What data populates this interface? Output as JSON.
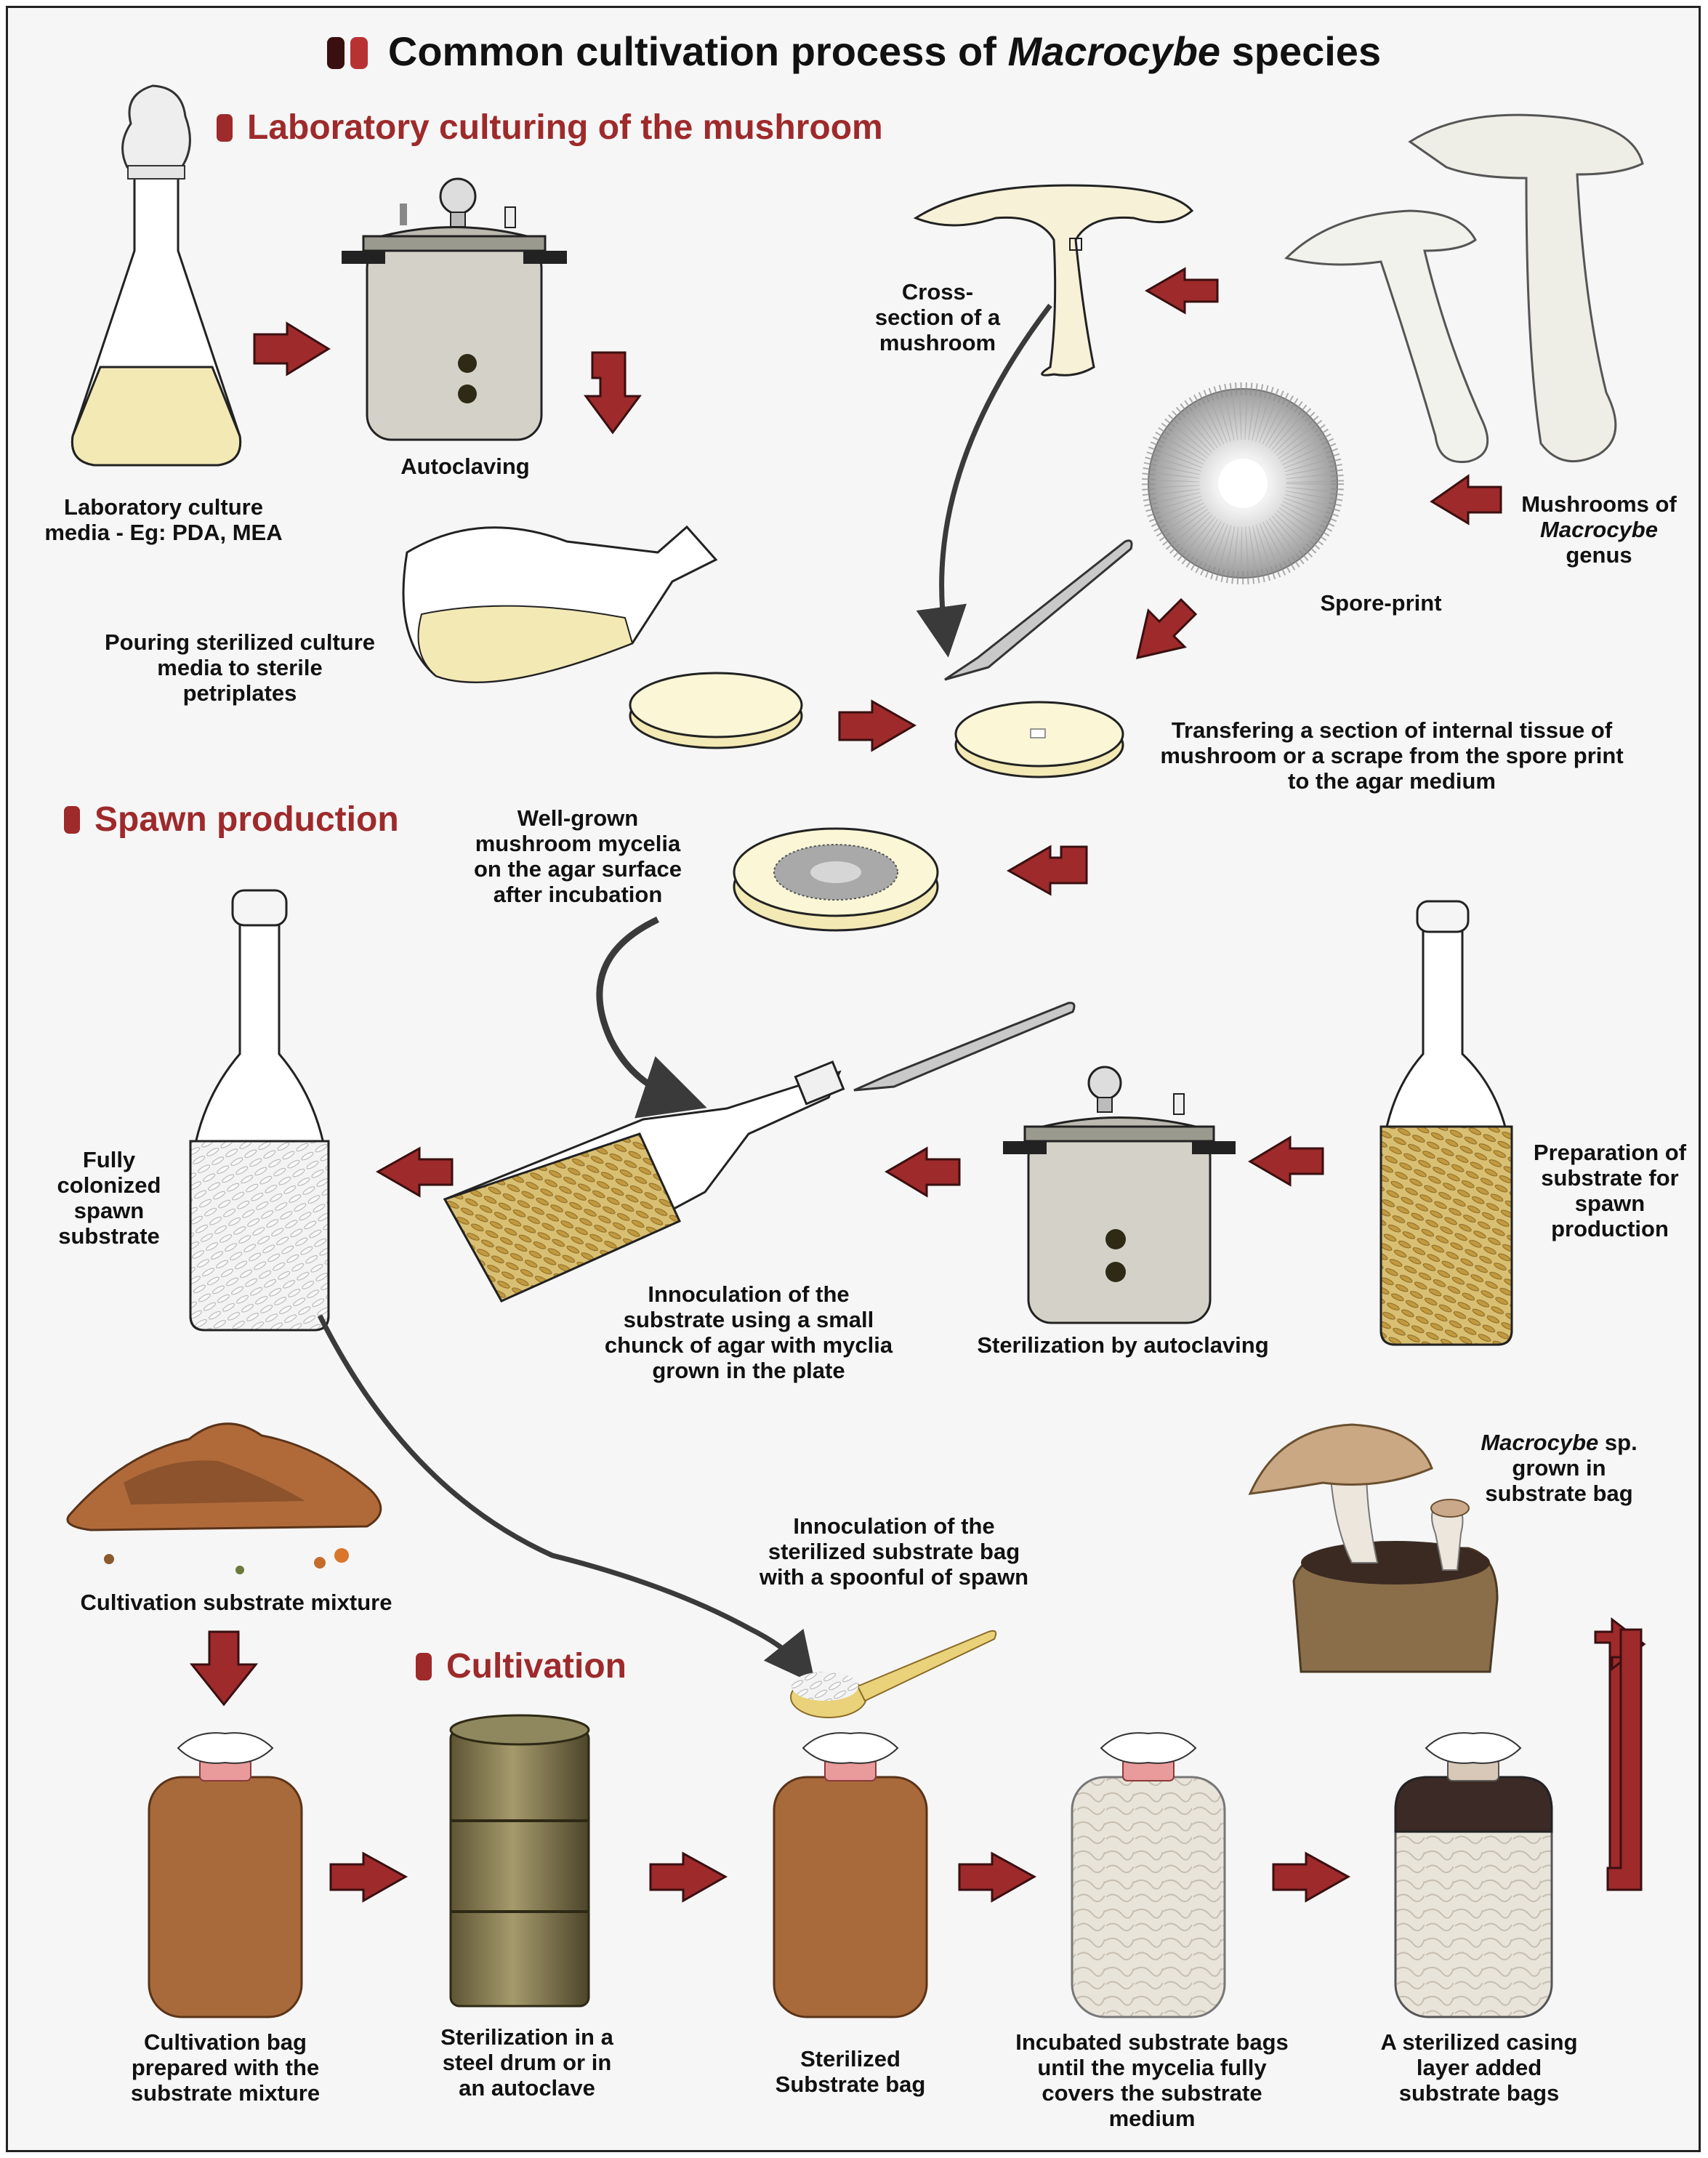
{
  "title": {
    "pre": "Common cultivation process of ",
    "italic": "Macrocybe",
    "post": " species"
  },
  "sections": {
    "lab": "Laboratory culturing of the mushroom",
    "spawn": "Spawn production",
    "cultivation": "Cultivation"
  },
  "labels": {
    "lab_media": "Laboratory culture media - Eg: PDA, MEA",
    "autoclaving": "Autoclaving",
    "cross_section": "Cross-section of a mushroom",
    "mushrooms_pre": "Mushrooms of",
    "mushrooms_italic": "Macrocybe",
    "mushrooms_post": " genus",
    "spore_print": "Spore-print",
    "pouring": "Pouring sterilized culture media to sterile petriplates",
    "transfering": "Transfering a section of internal tissue of mushroom or a scrape from the spore print to the agar medium",
    "well_grown": "Well-grown mushroom mycelia on the agar surface after incubation",
    "fully_colonized": "Fully colonized spawn substrate",
    "innoculation_substrate": "Innoculation of the substrate using a small chunck of agar with myclia grown in the plate",
    "sterilization_autoclaving": "Sterilization by autoclaving",
    "preparation": "Preparation of substrate for spawn production",
    "cultivation_mixture": "Cultivation substrate mixture",
    "innoculation_bag": "Innoculation of the sterilized substrate bag with a spoonful of spawn",
    "grown_italic": "Macrocybe",
    "grown_post": " sp. grown in substrate bag",
    "cultivation_bag": "Cultivation bag prepared with the substrate mixture",
    "sterilization_drum": "Sterilization in a steel drum or in an autoclave",
    "sterilized_bag": "Sterilized Substrate bag",
    "incubated": "Incubated substrate bags until the mycelia fully covers the substrate medium",
    "casing": "A sterilized casing layer added substrate bags"
  },
  "colors": {
    "accent": "#9e2a2b",
    "dark_accent": "#3a0f10",
    "agar": "#f3e9b5",
    "substrate": "#a86a3a",
    "grain": "#c9a54e"
  }
}
